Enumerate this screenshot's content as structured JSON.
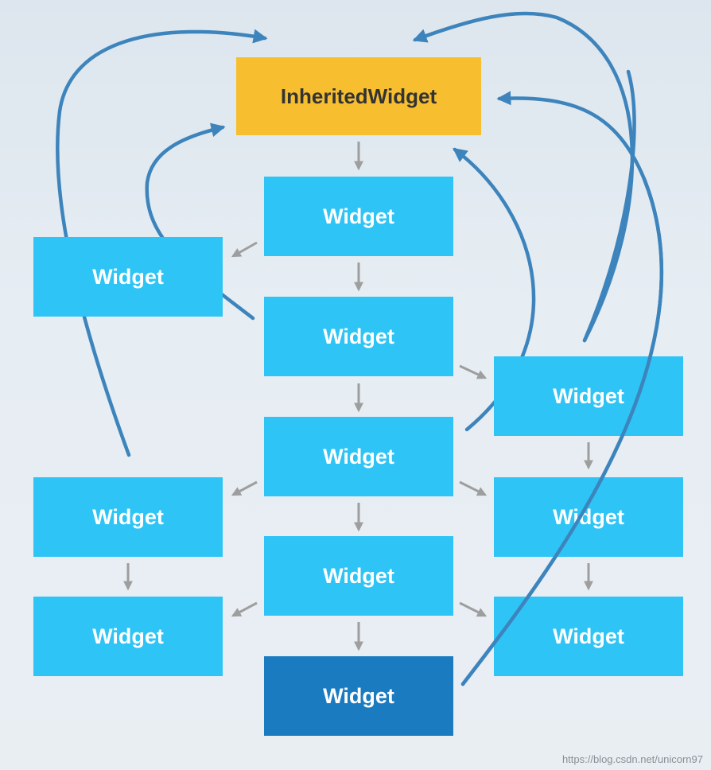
{
  "diagram": {
    "root": {
      "label": "InheritedWidget"
    },
    "nodes": {
      "center_1": "Widget",
      "center_2": "Widget",
      "center_3": "Widget",
      "center_4": "Widget",
      "center_5": "Widget",
      "left_1": "Widget",
      "left_2": "Widget",
      "left_3": "Widget",
      "right_1": "Widget",
      "right_2": "Widget",
      "right_3": "Widget"
    },
    "colors": {
      "root": "#f7bf2f",
      "widget": "#2ec4f5",
      "widget_selected": "#1b7bc0",
      "tree_arrow": "#9e9e9e",
      "lookup_arrow": "#3d84bd"
    }
  },
  "watermark": "https://blog.csdn.net/unicorn97"
}
